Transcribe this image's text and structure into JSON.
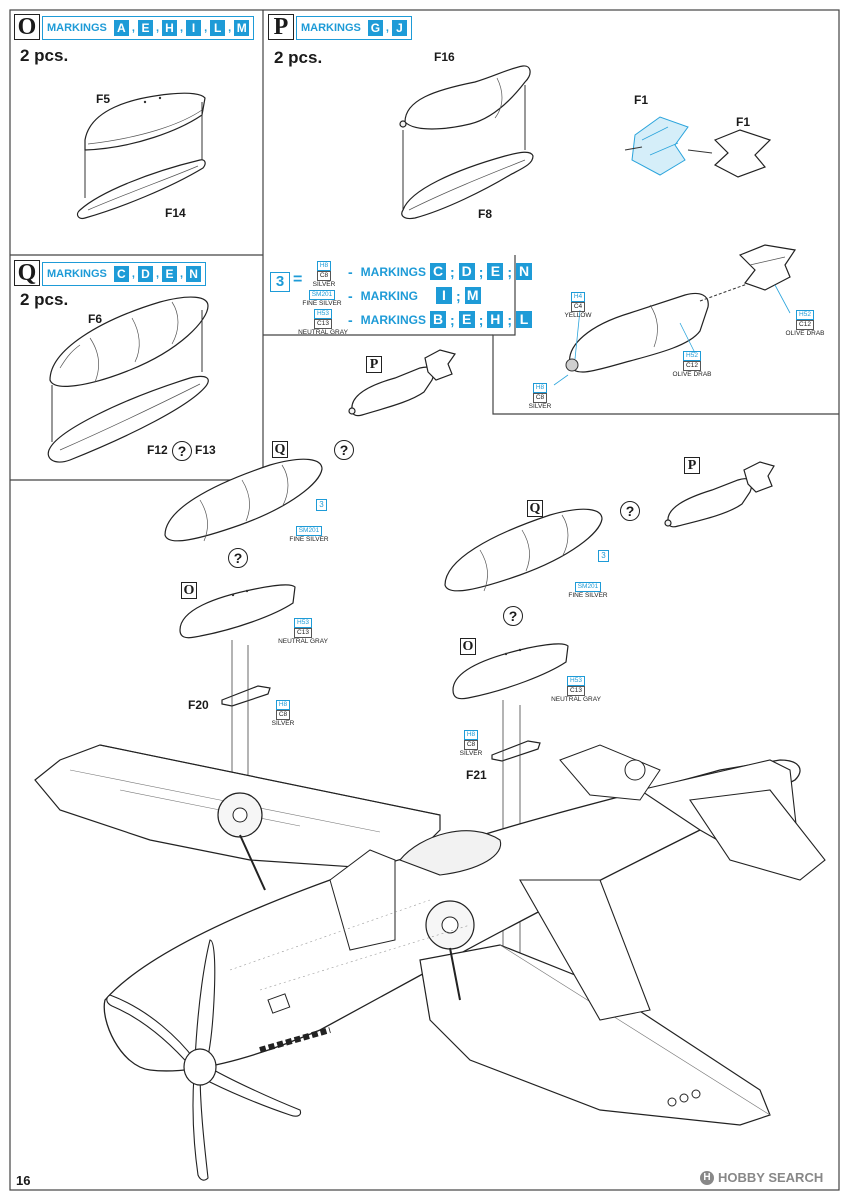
{
  "panels": {
    "O": {
      "letter": "O",
      "markings_word": "MARKINGS",
      "markings": [
        "A",
        "E",
        "H",
        "I",
        "L",
        "M"
      ],
      "qty": "2 pcs.",
      "parts": [
        "F5",
        "F14"
      ]
    },
    "P": {
      "letter": "P",
      "markings_word": "MARKINGS",
      "markings": [
        "G",
        "J"
      ],
      "qty": "2 pcs.",
      "parts": [
        "F16",
        "F8",
        "F1",
        "F1"
      ]
    },
    "Q": {
      "letter": "Q",
      "markings_word": "MARKINGS",
      "markings": [
        "C",
        "D",
        "E",
        "N"
      ],
      "qty": "2 pcs.",
      "parts": [
        "F6",
        "F12",
        "?",
        "F13"
      ]
    }
  },
  "paint_legend": {
    "number": "3",
    "equals": "=",
    "rows": [
      {
        "code": "H8",
        "code2": "C8",
        "color": "SILVER",
        "word": "MARKINGS",
        "markings": [
          "C",
          "D",
          "E",
          "N"
        ]
      },
      {
        "code": "SM201",
        "code2": "",
        "color": "FINE SILVER",
        "word": "MARKING",
        "markings": [
          "I",
          "M"
        ]
      },
      {
        "code": "H53",
        "code2": "C13",
        "color": "NEUTRAL GRAY",
        "word": "MARKINGS",
        "markings": [
          "B",
          "E",
          "H",
          "L"
        ]
      }
    ]
  },
  "bomb_callouts": {
    "yellow": {
      "code": "H4",
      "code2": "C4",
      "color": "YELLOW"
    },
    "olive_fin": {
      "code": "H52",
      "code2": "C12",
      "color": "OLIVE DRAB"
    },
    "olive_body": {
      "code": "H52",
      "code2": "C12",
      "color": "OLIVE DRAB"
    },
    "silver_nose": {
      "code": "H8",
      "code2": "C8",
      "color": "SILVER"
    }
  },
  "main": {
    "letters": {
      "p1": "P",
      "q1": "Q",
      "p2": "P",
      "q2": "Q",
      "o1": "O",
      "o2": "O"
    },
    "question": "?",
    "tank_left": {
      "tag": "3",
      "code": "SM201",
      "color": "FINE SILVER"
    },
    "tank_right": {
      "tag": "3",
      "code": "SM201",
      "color": "FINE SILVER"
    },
    "o_left": {
      "code": "H53",
      "code2": "C13",
      "color": "NEUTRAL GRAY"
    },
    "o_right": {
      "code": "H53",
      "code2": "C13",
      "color": "NEUTRAL GRAY"
    },
    "pylon_left": {
      "part": "F20",
      "code": "H8",
      "code2": "C8",
      "color": "SILVER"
    },
    "pylon_right": {
      "part": "F21",
      "code": "H8",
      "code2": "C8",
      "color": "SILVER"
    }
  },
  "footer": {
    "page_number": "16",
    "watermark": "HOBBY SEARCH"
  }
}
